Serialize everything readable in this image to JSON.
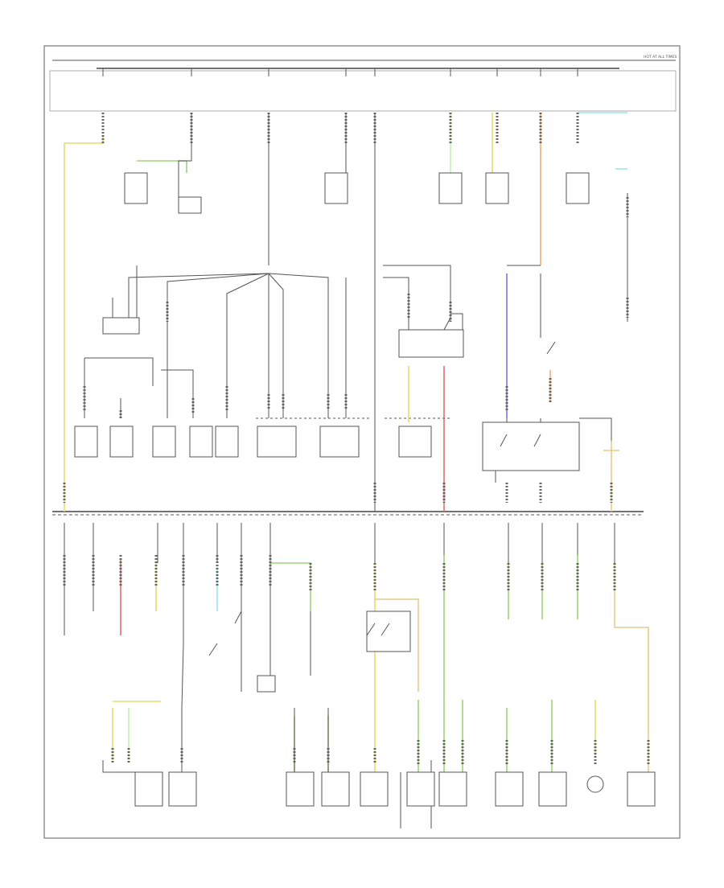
{
  "diagram": {
    "header_text": "HOT AT ALL TIMES",
    "footer_code": "",
    "colors": {
      "yellow": "#e6dc6e",
      "green": "#9fd47a",
      "light_green": "#c9eeb0",
      "red": "#e66a6a",
      "orange": "#f0b070",
      "blue": "#7a7ae6",
      "cyan": "#9ee6e6",
      "tan": "#e6cc88",
      "wire": "#555555"
    },
    "components": [
      {
        "id": "power-distribution-box"
      },
      {
        "id": "fuse-junction-panel"
      },
      {
        "id": "ignition-switch"
      },
      {
        "id": "starter-relay"
      },
      {
        "id": "fuel-pump-relay"
      },
      {
        "id": "blower-motor-relay"
      },
      {
        "id": "pcm-power-relay"
      },
      {
        "id": "horn-relay"
      },
      {
        "id": "headlamp-switch"
      },
      {
        "id": "multifunction-switch"
      },
      {
        "id": "instrument-cluster"
      },
      {
        "id": "generator"
      },
      {
        "id": "radio"
      },
      {
        "id": "courtesy-lamp"
      },
      {
        "id": "cigar-lighter"
      },
      {
        "id": "power-point"
      },
      {
        "id": "data-link-connector"
      }
    ]
  }
}
